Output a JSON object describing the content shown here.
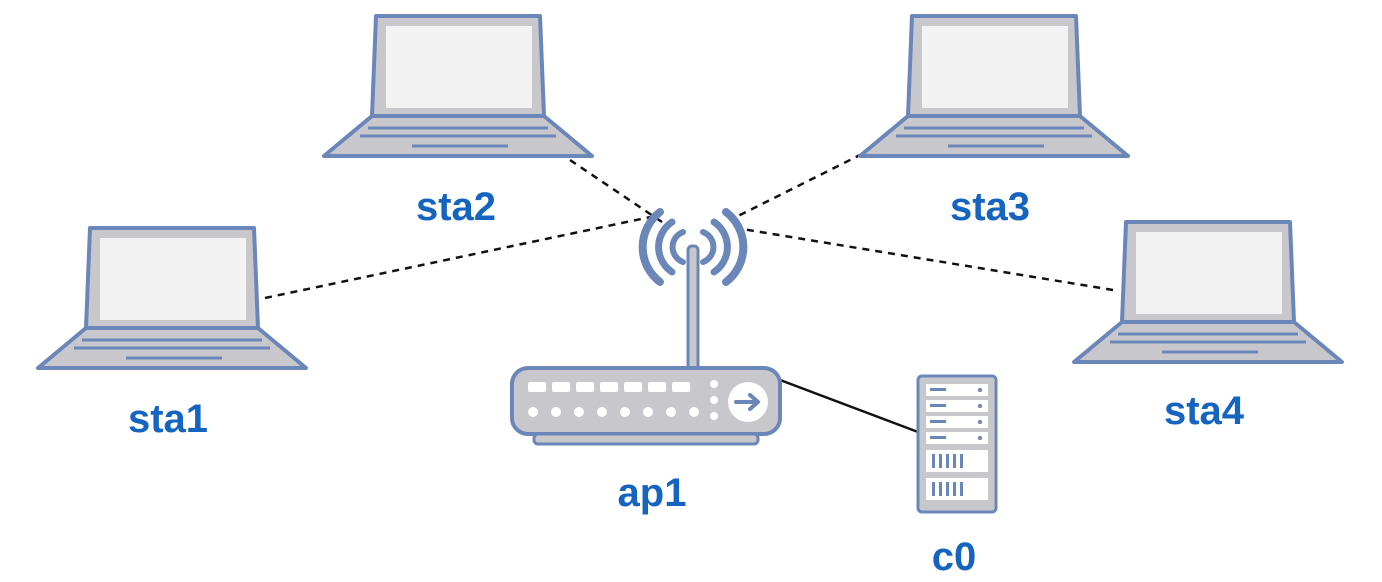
{
  "nodes": {
    "sta1": {
      "label": "sta1"
    },
    "sta2": {
      "label": "sta2"
    },
    "sta3": {
      "label": "sta3"
    },
    "sta4": {
      "label": "sta4"
    },
    "ap1": {
      "label": "ap1"
    },
    "c0": {
      "label": "c0"
    }
  },
  "links": [
    {
      "from": "sta1",
      "to": "ap1",
      "style": "wireless-dashed"
    },
    {
      "from": "sta2",
      "to": "ap1",
      "style": "wireless-dashed"
    },
    {
      "from": "sta3",
      "to": "ap1",
      "style": "wireless-dashed"
    },
    {
      "from": "sta4",
      "to": "ap1",
      "style": "wireless-dashed"
    },
    {
      "from": "ap1",
      "to": "c0",
      "style": "wired-solid"
    }
  ],
  "colors": {
    "label": "#1565c0",
    "device_fill": "#c8c8cc",
    "device_stroke": "#6b86b8",
    "screen": "#f2f2f2",
    "link": "#111111"
  }
}
